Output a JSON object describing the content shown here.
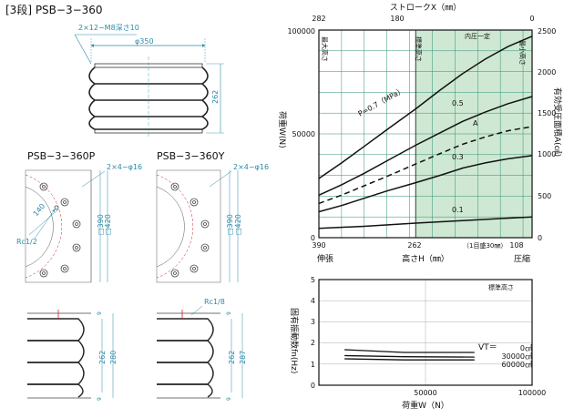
{
  "header": {
    "title": "[3段] PSB−3−360"
  },
  "top_drawing": {
    "bolt_note": "2×12−M8深さ10",
    "dia": "φ350",
    "height": "262"
  },
  "drawing_p": {
    "title": "PSB−3−360P",
    "hole_note": "2×4−φ16",
    "pcd": "140",
    "port": "Rc1/2",
    "d1": "□390",
    "d2": "□420",
    "h1": "262",
    "h2": "280",
    "t1": "9",
    "t2": "9"
  },
  "drawing_y": {
    "title": "PSB−3−360Y",
    "hole_note": "2×4−φ16",
    "d1": "□390",
    "d2": "□420",
    "port": "Rc1/8",
    "h1": "262",
    "h2": "287",
    "t1": "9",
    "t2": "9"
  },
  "chart_data": [
    {
      "type": "line",
      "title": "",
      "top_axis": {
        "label": "ストロークX（㎜）",
        "ticks": [
          "282",
          "180",
          "0"
        ]
      },
      "xlabel": "高さH（㎜）",
      "x_ticks": [
        "390",
        "262",
        "108"
      ],
      "x_left_note": "伸張",
      "x_right_note": "圧縮",
      "x_scale_note": "（1目盛30㎜）",
      "ylabel": "荷重W(N)",
      "y_ticks": [
        "0",
        "50000",
        "100000"
      ],
      "y2label": "有効受圧面積A(㎠)",
      "y2_ticks": [
        "0",
        "500",
        "1000",
        "1500",
        "2000",
        "2500"
      ],
      "annotations": [
        "最大高さ",
        "標準高さ",
        "内圧一定",
        "最小高さ"
      ],
      "shaded_range": [
        262,
        108
      ],
      "xlim": [
        390,
        108
      ],
      "ylim": [
        0,
        100000
      ],
      "series": [
        {
          "name": "P=0.7（MPa）",
          "x": [
            390,
            360,
            330,
            300,
            262,
            230,
            200,
            170,
            140,
            108
          ],
          "y": [
            28500,
            36000,
            44000,
            52000,
            62000,
            71000,
            79000,
            86000,
            92000,
            97000
          ]
        },
        {
          "name": "0.5",
          "x": [
            390,
            360,
            330,
            300,
            262,
            230,
            200,
            170,
            140,
            108
          ],
          "y": [
            20500,
            25500,
            31000,
            37000,
            44500,
            50500,
            56000,
            60500,
            64500,
            68000
          ]
        },
        {
          "name": "A",
          "x": [
            390,
            360,
            330,
            300,
            262,
            230,
            200,
            170,
            140,
            108
          ],
          "y": [
            16500,
            20500,
            25000,
            29500,
            35500,
            40500,
            45000,
            48500,
            51500,
            53500
          ]
        },
        {
          "name": "0.3",
          "x": [
            390,
            360,
            330,
            300,
            262,
            230,
            200,
            170,
            140,
            108
          ],
          "y": [
            12500,
            15500,
            19000,
            22500,
            26500,
            30000,
            33500,
            36000,
            38000,
            39500
          ]
        },
        {
          "name": "0.1",
          "x": [
            390,
            330,
            262,
            200,
            150,
            108
          ],
          "y": [
            4500,
            5500,
            7000,
            8200,
            9200,
            10000
          ]
        }
      ]
    },
    {
      "type": "line",
      "title": "",
      "xlabel": "荷重W（N）",
      "x_ticks": [
        "0",
        "50000",
        "100000"
      ],
      "ylabel": "固有振動数fn(Hz)",
      "y_ticks": [
        "0",
        "1",
        "2",
        "3",
        "4",
        "5"
      ],
      "corner_note": "標準高さ",
      "vt_label": "VT＝",
      "xlim": [
        0,
        100000
      ],
      "ylim": [
        0,
        5
      ],
      "series": [
        {
          "name": "0㎤",
          "x": [
            12000,
            40000,
            73000
          ],
          "y": [
            1.68,
            1.55,
            1.55
          ]
        },
        {
          "name": "30000㎤",
          "x": [
            12000,
            40000,
            73000
          ],
          "y": [
            1.4,
            1.35,
            1.33
          ]
        },
        {
          "name": "60000㎤",
          "x": [
            12000,
            40000,
            73000
          ],
          "y": [
            1.25,
            1.2,
            1.2
          ]
        }
      ]
    }
  ]
}
